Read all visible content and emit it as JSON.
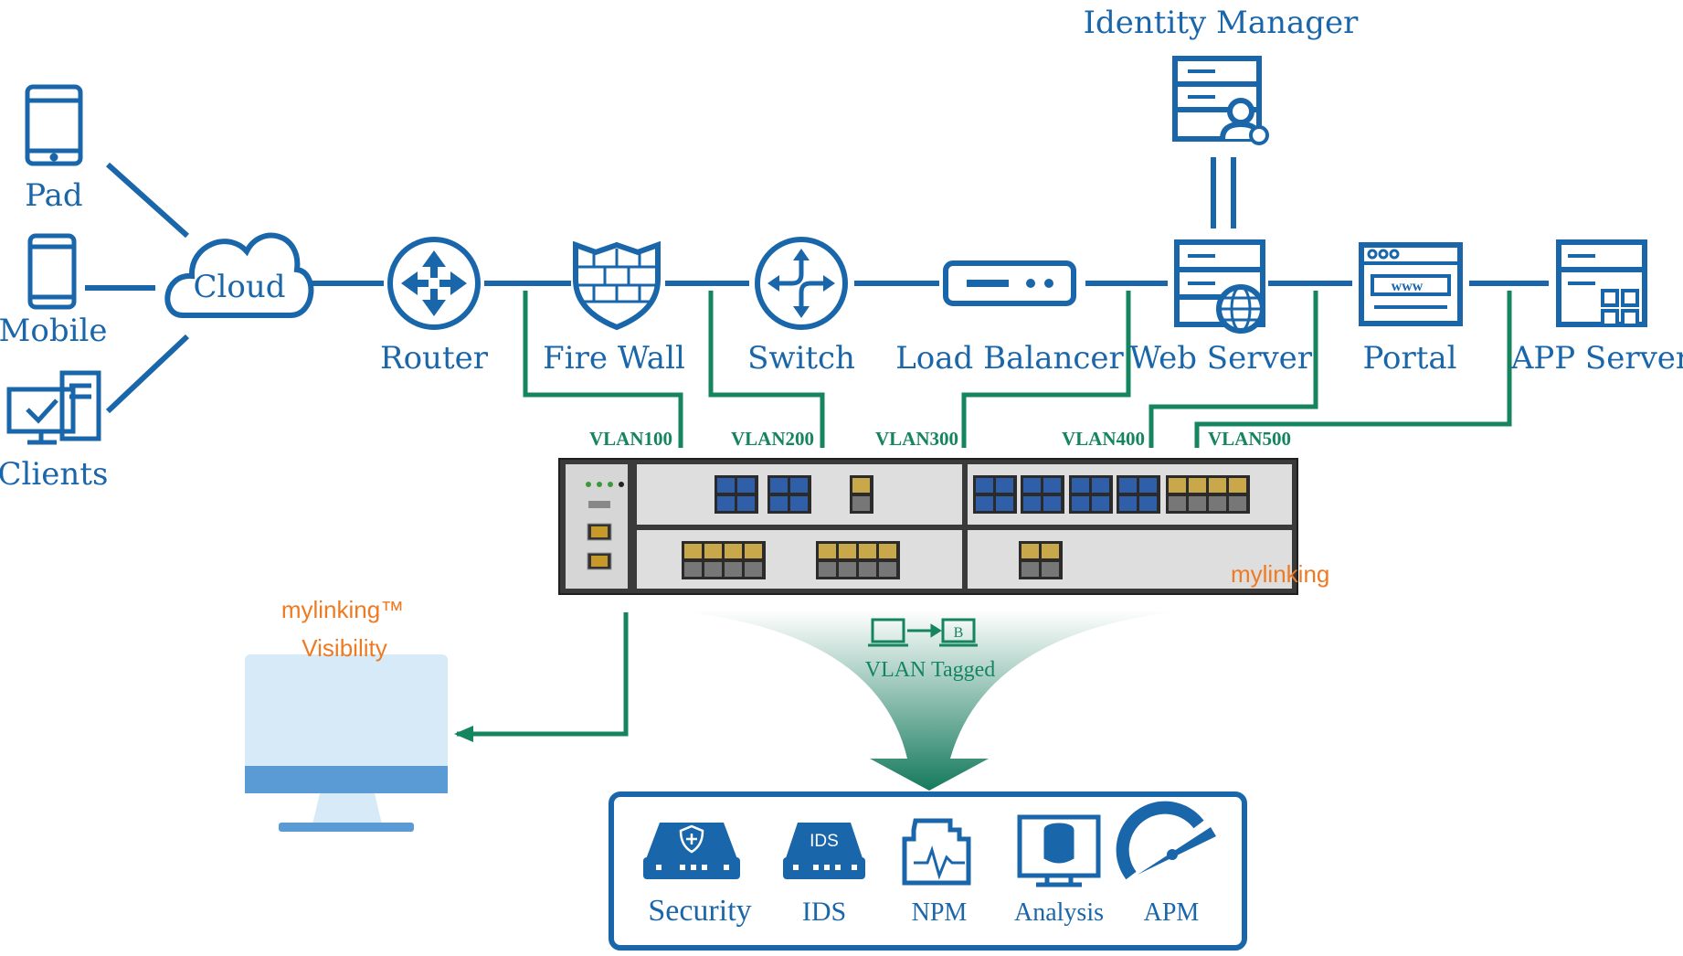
{
  "endpoints": {
    "pad": "Pad",
    "mobile": "Mobile",
    "clients": "Clients"
  },
  "cloud": "Cloud",
  "chain": {
    "router": "Router",
    "firewall": "Fire Wall",
    "switch": "Switch",
    "load_balancer": "Load Balancer",
    "web_server": "Web Server",
    "portal": "Portal",
    "app_server": "APP Server"
  },
  "identity_manager": "Identity Manager",
  "vlans": [
    "VLAN100",
    "VLAN200",
    "VLAN300",
    "VLAN400",
    "VLAN500"
  ],
  "visibility": {
    "brand": "mylinking™",
    "product": "Visibility"
  },
  "vlan_tagged": {
    "box_letter": "B",
    "label": "VLAN Tagged"
  },
  "device_logo": "mylinking",
  "tools": {
    "security": "Security",
    "ids": "IDS",
    "npm": "NPM",
    "analysis": "Analysis",
    "apm": "APM"
  },
  "ids_badge": "IDS",
  "www_badge": "www",
  "colors": {
    "blue": "#1a66aa",
    "green": "#14855f",
    "orange": "#ee7a22",
    "device_gray": "#d9d9d9"
  }
}
